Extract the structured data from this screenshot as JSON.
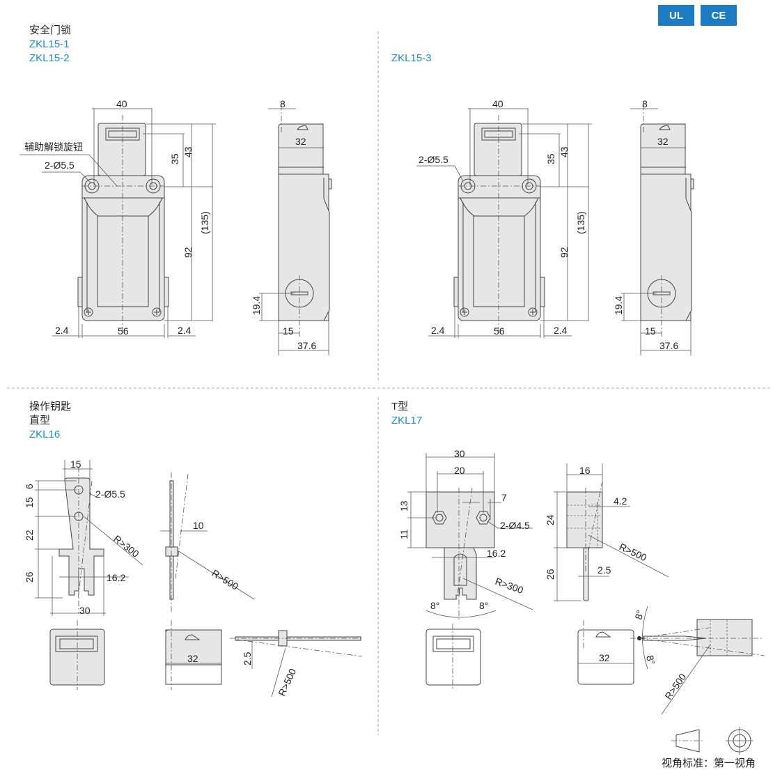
{
  "certifications": [
    "UL",
    "CE"
  ],
  "colors": {
    "accent": "#1a8ad0",
    "badge": "#1b7cc4",
    "part_fill": "#e6e6e6"
  },
  "panels": [
    {
      "title_lines": [
        "安全门锁"
      ],
      "models": [
        "ZKL15-1",
        "ZKL15-2"
      ],
      "labels": {
        "w40": "40",
        "w8": "8",
        "w32": "32",
        "h35": "35",
        "h43": "43",
        "h135": "(135)",
        "h92": "92",
        "h194": "19.4",
        "w56": "56",
        "m24a": "2.4",
        "m24b": "2.4",
        "w15": "15",
        "w376": "37.6",
        "knob": "辅助解锁旋钮",
        "holes": "2-Ø5.5"
      }
    },
    {
      "title_lines": [],
      "models": [
        "ZKL15-3"
      ],
      "labels": {
        "w40": "40",
        "w8": "8",
        "w32": "32",
        "h35": "35",
        "h43": "43",
        "h135": "(135)",
        "h92": "92",
        "h194": "19.4",
        "w56": "56",
        "m24a": "2.4",
        "m24b": "2.4",
        "w15": "15",
        "w376": "37.6",
        "holes": "2-Ø5.5"
      }
    },
    {
      "title_lines": [
        "操作钥匙",
        "直型"
      ],
      "models": [
        "ZKL16"
      ],
      "labels": {
        "w15": "15",
        "h6": "6",
        "h15": "15",
        "h22": "22",
        "h26": "26",
        "holes": "2-Ø5.5",
        "r300": "R>300",
        "w162": "16.2",
        "w30": "30",
        "w10": "10",
        "r500a": "R>500",
        "w32": "32",
        "h25": "2.5",
        "r500b": "R>500"
      }
    },
    {
      "title_lines": [
        "T型"
      ],
      "models": [
        "ZKL17"
      ],
      "labels": {
        "w30": "30",
        "w20": "20",
        "w7": "7",
        "h13": "13",
        "h11": "11",
        "holes": "2-Ø4.5",
        "w162": "16.2",
        "r300": "R>300",
        "a8l": "8°",
        "a8r": "8°",
        "w16": "16",
        "w42": "4.2",
        "h24": "24",
        "r500a": "R>500",
        "h26": "26",
        "w25": "2.5",
        "a8t": "8°",
        "a8b": "8°",
        "w32": "32",
        "r500b": "R>500"
      }
    }
  ],
  "projection_note": "视角标准：第一视角"
}
